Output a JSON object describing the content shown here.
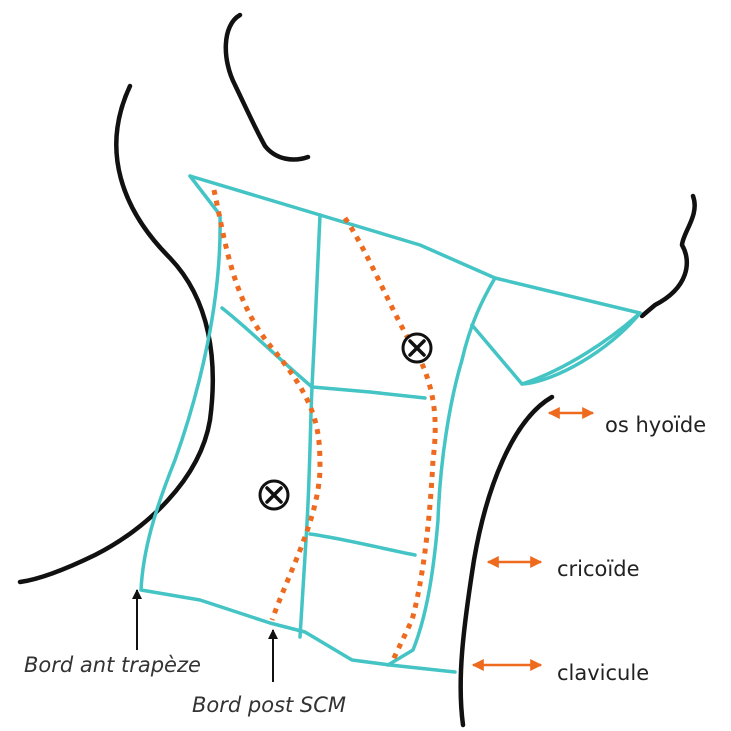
{
  "diagram": {
    "labels": {
      "hyoid": "os hyoïde",
      "cricoid": "cricoïde",
      "clavicle": "clavicule",
      "trapezius": "Bord ant trapèze",
      "scm": "Bord post SCM"
    },
    "colors": {
      "outline": "#111111",
      "zones": "#44c4c4",
      "muscle_border": "#ee6a1e",
      "pointer_arrows": "#ee6a1e"
    },
    "markers": [
      {
        "name": "crossed-circle-upper"
      },
      {
        "name": "crossed-circle-lower"
      }
    ]
  }
}
